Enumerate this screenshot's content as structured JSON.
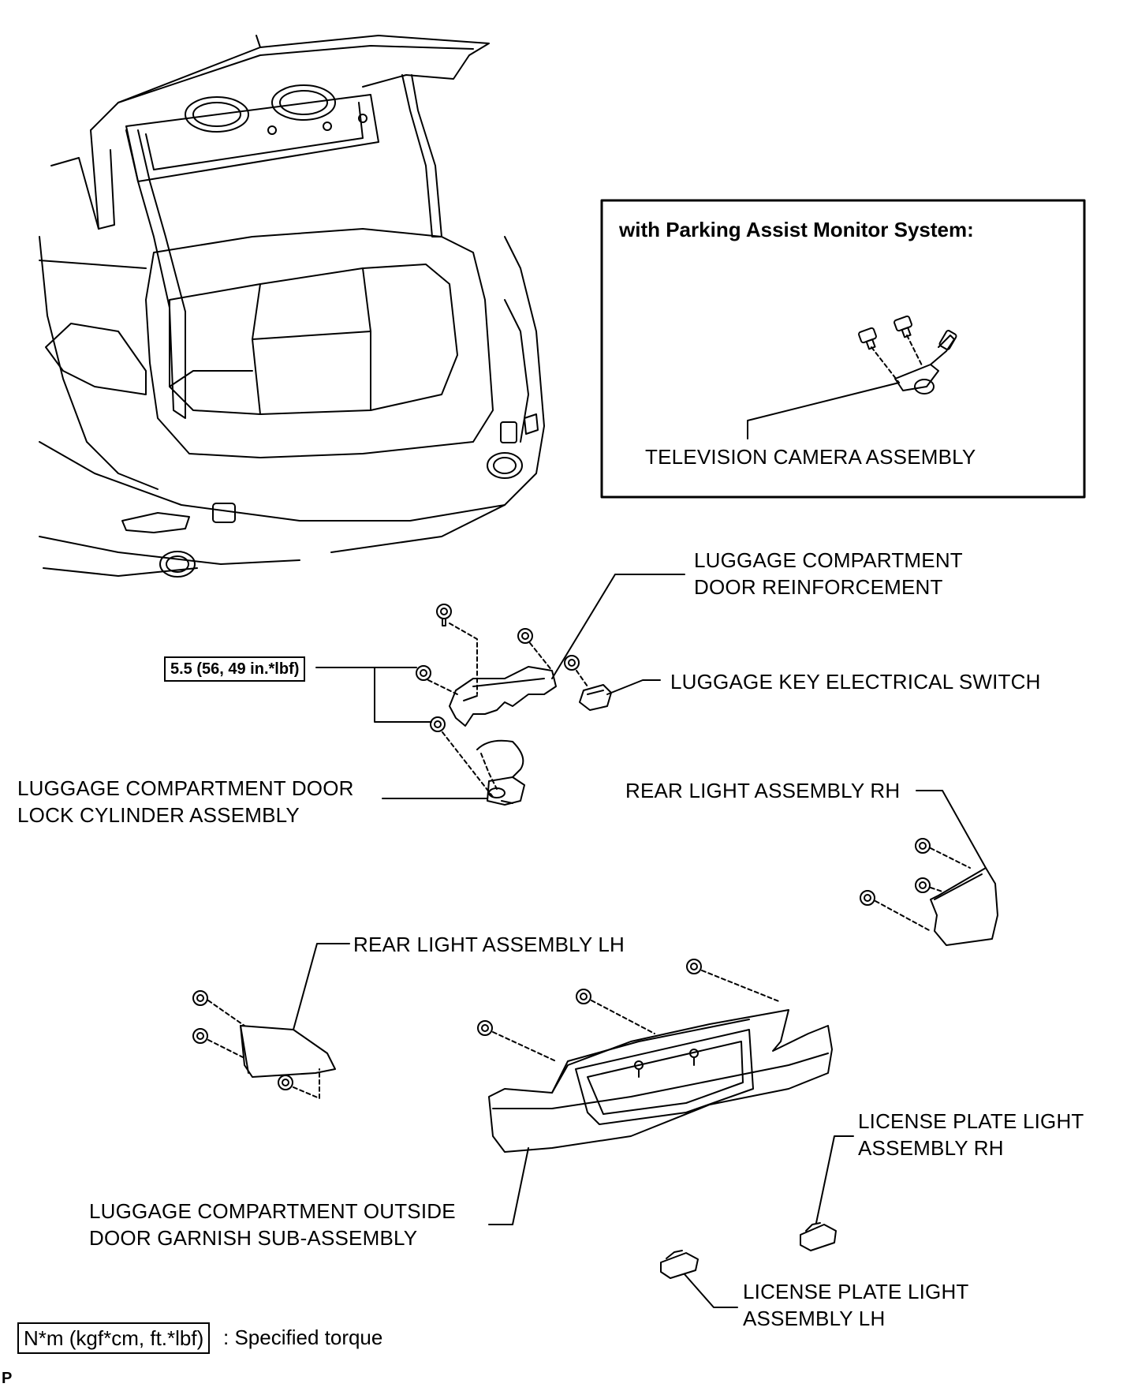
{
  "inset": {
    "title": "with Parking Assist Monitor System:",
    "camera_label": "TELEVISION CAMERA ASSEMBLY"
  },
  "labels": {
    "reinforcement_line1": "LUGGAGE COMPARTMENT",
    "reinforcement_line2": "DOOR REINFORCEMENT",
    "key_switch": "LUGGAGE KEY ELECTRICAL SWITCH",
    "lock_cyl_line1": "LUGGAGE COMPARTMENT DOOR",
    "lock_cyl_line2": "LOCK CYLINDER ASSEMBLY",
    "rear_light_rh": "REAR LIGHT ASSEMBLY RH",
    "rear_light_lh": "REAR LIGHT ASSEMBLY LH",
    "garnish_line1": "LUGGAGE COMPARTMENT OUTSIDE",
    "garnish_line2": "DOOR GARNISH SUB-ASSEMBLY",
    "lic_rh_line1": "LICENSE PLATE LIGHT",
    "lic_rh_line2": "ASSEMBLY RH",
    "lic_lh_line1": "LICENSE PLATE LIGHT",
    "lic_lh_line2": "ASSEMBLY LH"
  },
  "torque": {
    "value": "5.5 (56, 49 in.*lbf)"
  },
  "legend": {
    "units": "N*m (kgf*cm, ft.*lbf)",
    "meaning": ": Specified torque"
  },
  "page_mark": "P"
}
